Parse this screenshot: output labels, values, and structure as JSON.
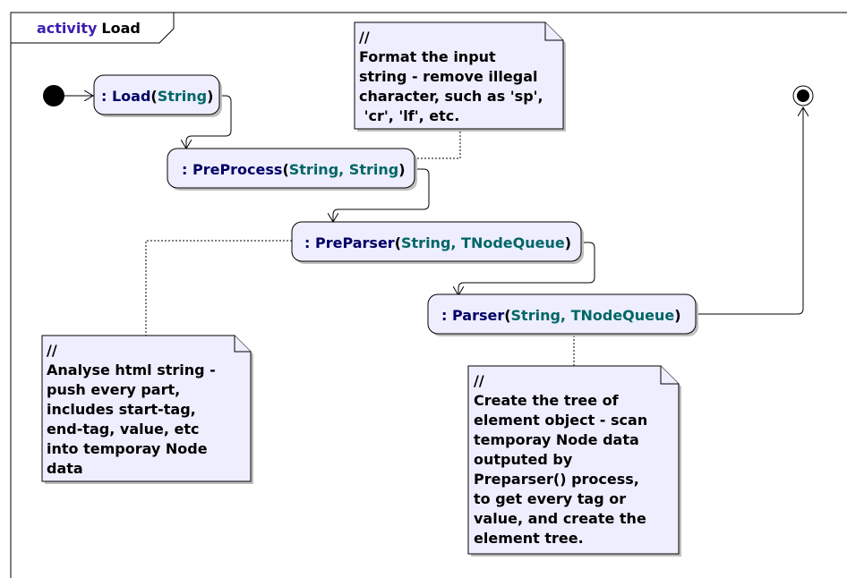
{
  "frame": {
    "keyword": "activity",
    "name": "Load"
  },
  "actions": [
    {
      "id": "load",
      "prefix": ": ",
      "name": "Load",
      "open": "(",
      "params": [
        "String"
      ],
      "close": ")"
    },
    {
      "id": "preprocess",
      "prefix": ": ",
      "name": "PreProcess",
      "open": "(",
      "params": [
        "String",
        "String"
      ],
      "close": ")"
    },
    {
      "id": "preparser",
      "prefix": ": ",
      "name": "PreParser",
      "open": "(",
      "params": [
        "String",
        "TNodeQueue"
      ],
      "close": ")"
    },
    {
      "id": "parser",
      "prefix": ": ",
      "name": "Parser",
      "open": "(",
      "params": [
        "String",
        "TNodeQueue"
      ],
      "close": ")"
    }
  ],
  "notes": [
    {
      "id": "note-preprocess",
      "lines": [
        "//",
        "Format the input",
        "string - remove illegal",
        "character, such as 'sp',",
        " 'cr', 'lf', etc."
      ]
    },
    {
      "id": "note-preparser",
      "lines": [
        "//",
        "Analyse html string -",
        "push every part,",
        "includes start-tag,",
        "end-tag, value, etc",
        "into temporay Node",
        "data"
      ]
    },
    {
      "id": "note-parser",
      "lines": [
        "//",
        "Create the tree of",
        "element object - scan",
        "temporay Node data",
        "outputed by",
        "Preparser() process,",
        "to get every tag or",
        "value, and create the",
        "element tree."
      ]
    }
  ]
}
